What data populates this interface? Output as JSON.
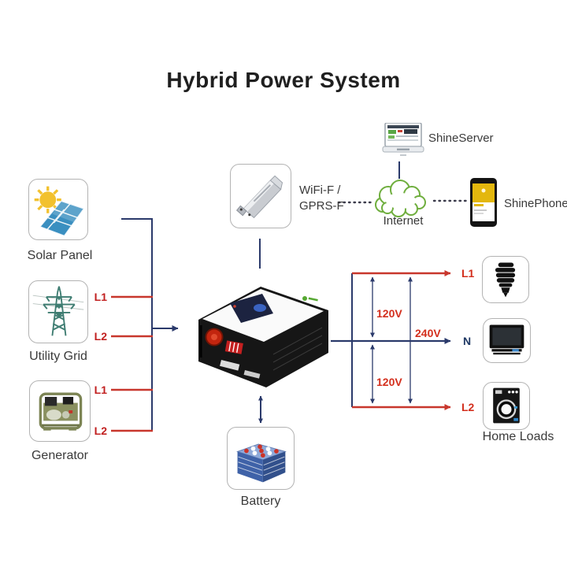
{
  "title": "Hybrid Power System",
  "nodes": {
    "solar_panel": {
      "label": "Solar Panel"
    },
    "utility_grid": {
      "label": "Utility Grid"
    },
    "generator": {
      "label": "Generator"
    },
    "wifi_module": {
      "label_line1": "WiFi-F /",
      "label_line2": "GPRS-F"
    },
    "internet": {
      "label": "Internet"
    },
    "shine_server": {
      "label": "ShineServer"
    },
    "shine_phone": {
      "label": "ShinePhone"
    },
    "battery": {
      "label": "Battery"
    },
    "home_loads": {
      "label": "Home Loads"
    }
  },
  "wire_labels": {
    "utility_l1": "L1",
    "utility_l2": "L2",
    "generator_l1": "L1",
    "generator_l2": "L2",
    "output_l1": "L1",
    "output_n": "N",
    "output_l2": "L2",
    "voltage_l1_n": "120V",
    "voltage_n_l2": "120V",
    "voltage_l1_l2": "240V"
  },
  "colors": {
    "wire_red": "#c8372d",
    "wire_navy": "#2b3a6b",
    "label_red": "#c11f1f",
    "label_navy": "#1f3864",
    "cloud_green": "#6fae3e"
  }
}
